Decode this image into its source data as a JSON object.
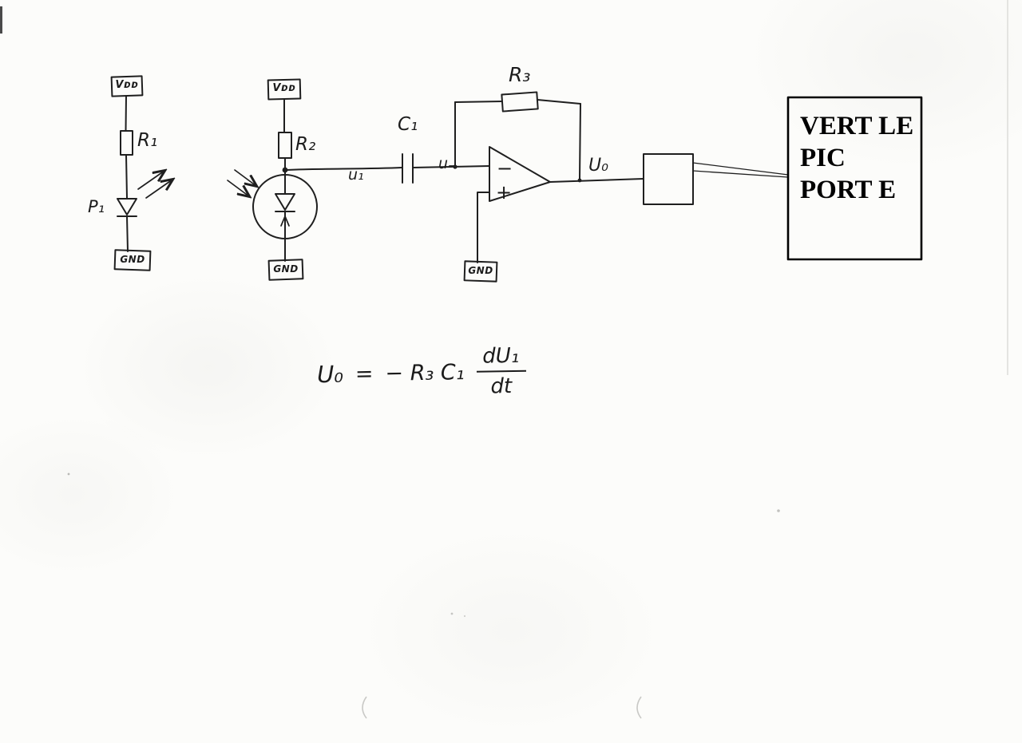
{
  "labels": {
    "vdd_left": "Vᴅᴅ",
    "r1": "R₁",
    "p1": "P₁",
    "gnd_left": "GND",
    "vdd_mid": "Vᴅᴅ",
    "r2": "R₂",
    "gnd_mid": "GND",
    "u1": "u₁",
    "c1": "C₁",
    "u_minus": "u₋",
    "opamp_minus": "−",
    "opamp_plus": "+",
    "gnd_opamp": "GND",
    "r3": "R₃",
    "u0": "U₀"
  },
  "pic_box": {
    "line1": "VERT LE",
    "line2": "PIC",
    "line3": "PORT E"
  },
  "equation": {
    "lhs": "U₀",
    "equals": "=",
    "coeff": "− R₃ C₁",
    "numerator": "dU₁",
    "denominator": "dt"
  }
}
